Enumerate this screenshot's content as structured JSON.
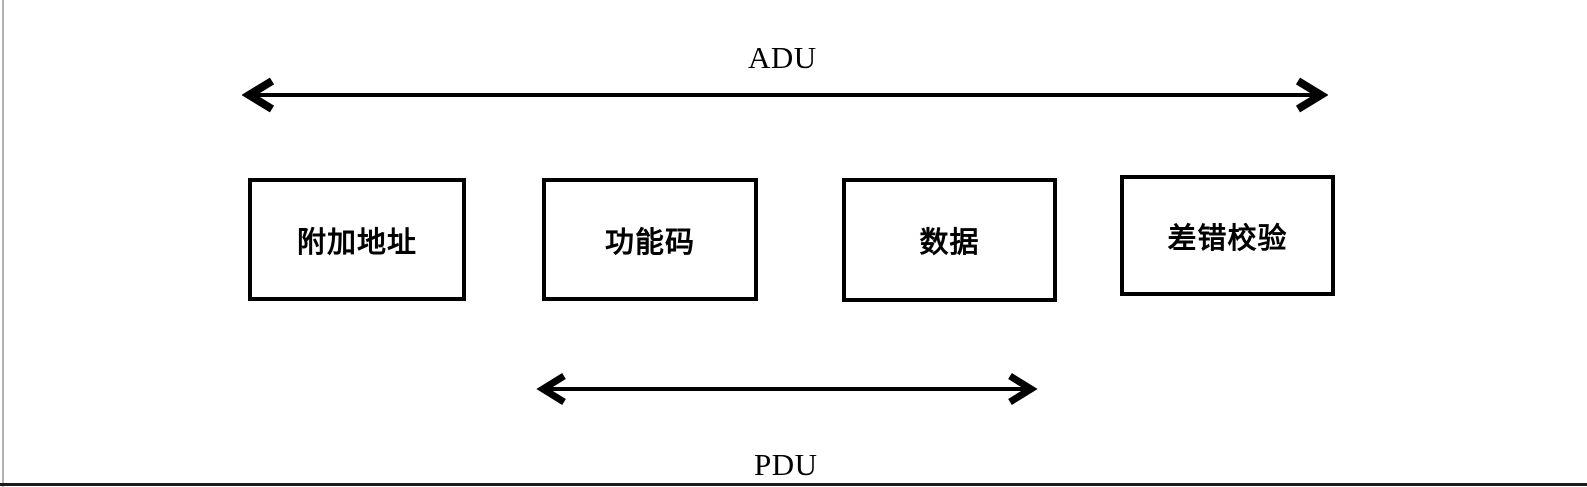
{
  "diagram": {
    "adu_label": "ADU",
    "pdu_label": "PDU",
    "boxes": [
      {
        "label": "附加地址"
      },
      {
        "label": "功能码"
      },
      {
        "label": "数据"
      },
      {
        "label": "差错校验"
      }
    ],
    "colors": {
      "line": "#000000",
      "box_border": "#000000",
      "background": "#ffffff",
      "page_edge": "#b3b3b3",
      "bottom_rule": "#1a1a1a"
    }
  }
}
